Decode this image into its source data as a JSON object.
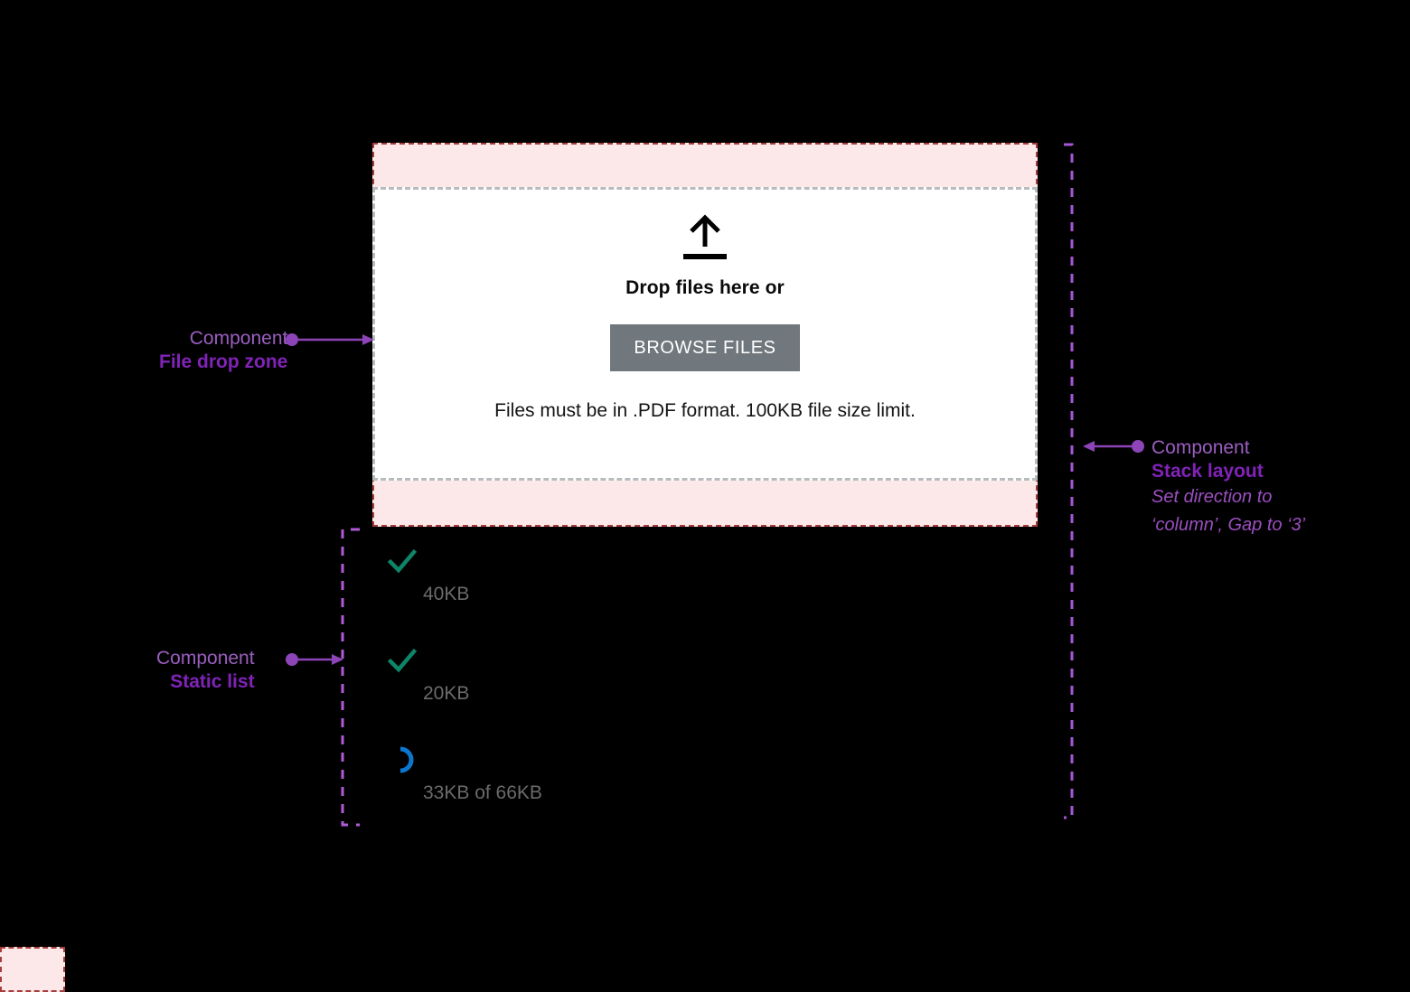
{
  "dropzone": {
    "icon": "upload-arrow-icon",
    "title": "Drop files here or",
    "button_label": "BROWSE FILES",
    "hint": "Files must be in .PDF format. 100KB file size limit."
  },
  "annotations": {
    "dropzone": {
      "kind": "Component",
      "name": "File drop zone"
    },
    "static_list": {
      "kind": "Component",
      "name": "Static list"
    },
    "stack_layout": {
      "kind": "Component",
      "name": "Stack layout",
      "note_line1": "Set direction to",
      "note_line2": "‘column’, Gap to ‘3’"
    }
  },
  "static_list": {
    "rows": [
      {
        "status_icon": "check-icon",
        "name": "",
        "size": "40KB"
      },
      {
        "status_icon": "check-icon",
        "name": "",
        "size": "20KB"
      },
      {
        "status_icon": "spinner-icon",
        "name": "",
        "size": "33KB of 66KB"
      }
    ]
  },
  "colors": {
    "padding_fill": "#fce8e8",
    "padding_border": "#a83b3b",
    "dropzone_border": "#b9bcbe",
    "annotation_purple": "#8123b8",
    "annotation_purple_light": "#9b5ec0",
    "button_gray": "#70777d",
    "check_green": "#0e8468",
    "spinner_blue": "#0b77ce",
    "background": "#000000"
  }
}
